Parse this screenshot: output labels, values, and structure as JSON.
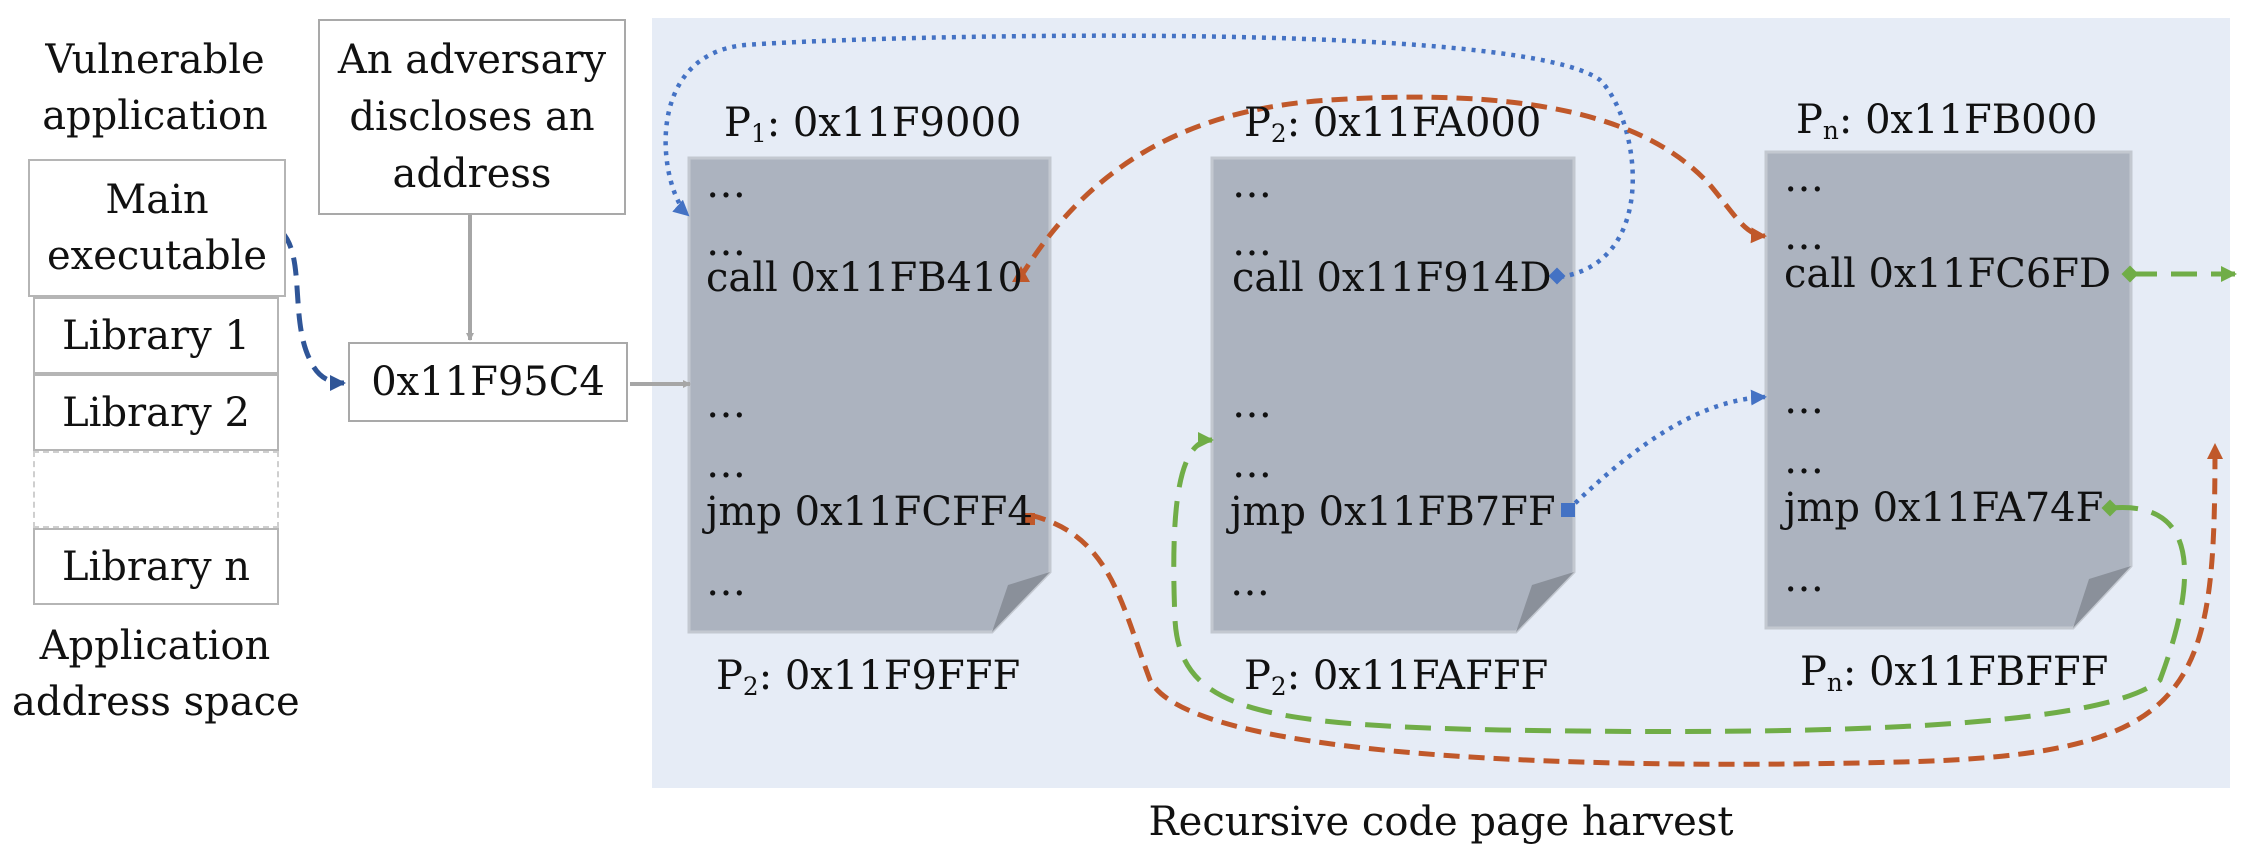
{
  "address_space": {
    "top_label": [
      "Vulnerable",
      "application"
    ],
    "modules": {
      "main": [
        "Main",
        "executable"
      ],
      "lib1": "Library 1",
      "lib2": "Library 2",
      "libn": "Library n"
    },
    "bottom_label": [
      "Application",
      "address space"
    ]
  },
  "adversary": {
    "label": [
      "An adversary",
      "discloses an",
      "address"
    ],
    "disclosed_address": "0x11F95C4"
  },
  "pages": [
    {
      "start_prefix": "P",
      "start_sub": "1",
      "start_addr": ": 0x11F9000",
      "lines": [
        "…",
        "…",
        "call 0x11FB410",
        "…",
        "…",
        "jmp 0x11FCFF4",
        "…"
      ],
      "end_prefix": "P",
      "end_sub": "2",
      "end_addr": ": 0x11F9FFF"
    },
    {
      "start_prefix": "P",
      "start_sub": "2",
      "start_addr": ": 0x11FA000",
      "lines": [
        "…",
        "…",
        "call 0x11F914D",
        "…",
        "…",
        "jmp 0x11FB7FF",
        "…"
      ],
      "end_prefix": "P",
      "end_sub": "2",
      "end_addr": ": 0x11FAFFF"
    },
    {
      "start_prefix": "P",
      "start_sub": "n",
      "start_addr": ": 0x11FB000",
      "lines": [
        "…",
        "…",
        "call 0x11FC6FD",
        "…",
        "…",
        "jmp 0x11FA74F",
        "…"
      ],
      "end_prefix": "P",
      "end_sub": "n",
      "end_addr": ": 0x11FBFFF"
    }
  ],
  "caption": "Recursive code page harvest",
  "colors": {
    "panel": "#e6ecf6",
    "page": "#acb3bf",
    "blue_dark": "#2f5597",
    "blue": "#4472c4",
    "orange": "#c0582a",
    "green": "#70ad47",
    "gray_arrow": "#a6a6a6"
  }
}
